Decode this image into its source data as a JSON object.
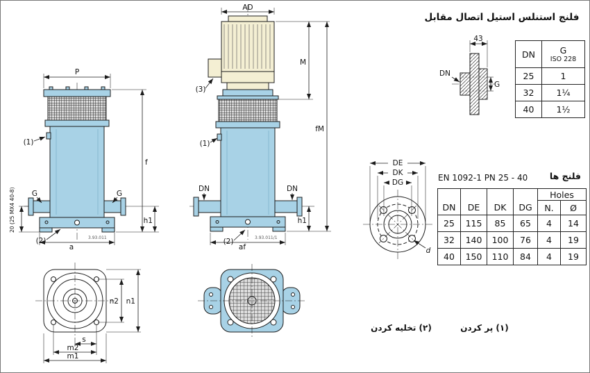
{
  "colors": {
    "pump_blue": "#a8d2e6",
    "motor_cream": "#f4efd3",
    "line": "#1c1c1c"
  },
  "captions": {
    "drain": "(۲) تخلیه کردن",
    "fill": "(۱) پر کردن"
  },
  "counter_flange": {
    "title": "فلنج استنلس استیل اتصال مقابل",
    "drawing": {
      "dim_width": "43",
      "dn": "DN",
      "g": "G"
    },
    "table": {
      "col_dn": "DN",
      "col_g": "G",
      "col_g_sub": "ISO 228",
      "rows": [
        {
          "dn": "25",
          "g": "1"
        },
        {
          "dn": "32",
          "g": "1¼"
        },
        {
          "dn": "40",
          "g": "1½"
        }
      ]
    }
  },
  "flanges": {
    "standard": "EN 1092-1  PN 25 - 40",
    "title": "فلنج ها",
    "drawing": {
      "de": "DE",
      "dk": "DK",
      "dg": "DG",
      "d": "d"
    },
    "table": {
      "holes": "Holes",
      "headers": [
        "DN",
        "DE",
        "DK",
        "DG",
        "N.",
        "Ø"
      ],
      "rows": [
        [
          "25",
          "115",
          "85",
          "65",
          "4",
          "14"
        ],
        [
          "32",
          "140",
          "100",
          "76",
          "4",
          "19"
        ],
        [
          "40",
          "150",
          "110",
          "84",
          "4",
          "19"
        ]
      ]
    }
  },
  "pump_front": {
    "p": "P",
    "f": "f",
    "h1": "h1",
    "a": "a",
    "g_left": "G",
    "g_right": "G",
    "note1": "(1)",
    "note2": "(2)",
    "side_note": "20 (25 MX4 40-8)",
    "code": "3.93.011"
  },
  "pump_motor": {
    "ad": "AD",
    "m": "M",
    "fm": "fM",
    "h1": "h1",
    "af": "af",
    "dn_left": "DN",
    "dn_right": "DN",
    "note1": "(1)",
    "note2": "(2)",
    "note3": "(3)",
    "code": "3.93.011/1"
  },
  "top_view": {
    "n1": "n1",
    "n2": "n2",
    "s": "s",
    "m1": "m1",
    "m2": "m2"
  }
}
